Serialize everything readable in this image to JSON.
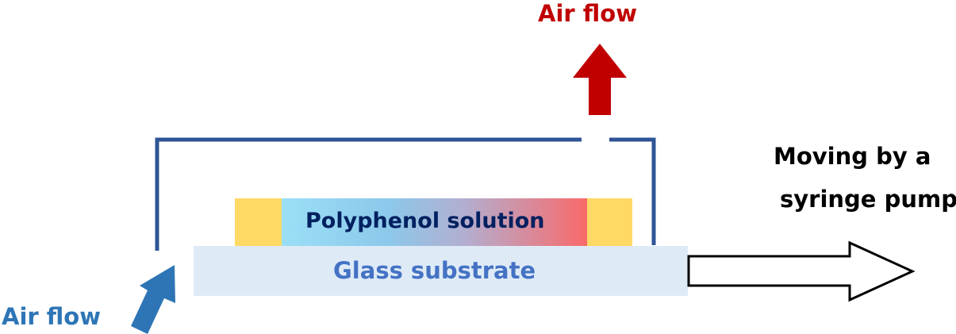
{
  "labels": {
    "air_flow_out": "Air flow",
    "air_flow_in": "Air flow",
    "solution": "Polyphenol solution",
    "substrate": "Glass substrate",
    "moving_line1": "Moving by a",
    "moving_line2": "syringe pump"
  },
  "colors": {
    "air_out": "#c00000",
    "air_in": "#2e75b6",
    "bracket": "#2f5597",
    "spacer": "#ffd966",
    "gradient_start": "#9bdff7",
    "gradient_end": "#f96a6a",
    "solution_text": "#002060",
    "substrate_fill": "#deebf7",
    "substrate_text": "#4472c4"
  }
}
